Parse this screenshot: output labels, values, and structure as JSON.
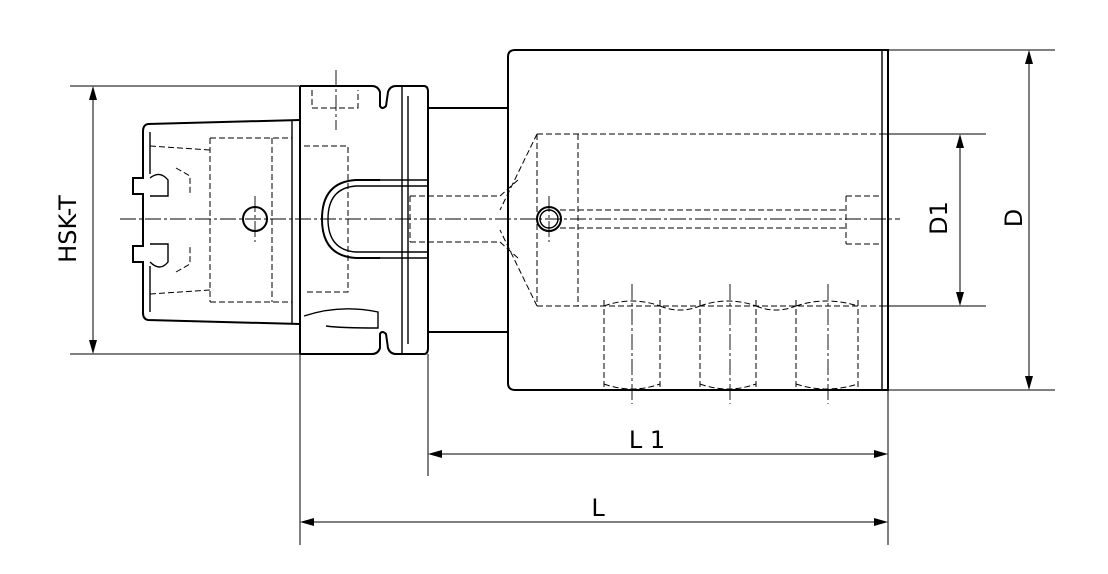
{
  "drawing": {
    "title": "",
    "labels": {
      "hsk": "HSK-T",
      "d1": "D1",
      "d": "D",
      "l1": "L 1",
      "l": "L"
    }
  }
}
